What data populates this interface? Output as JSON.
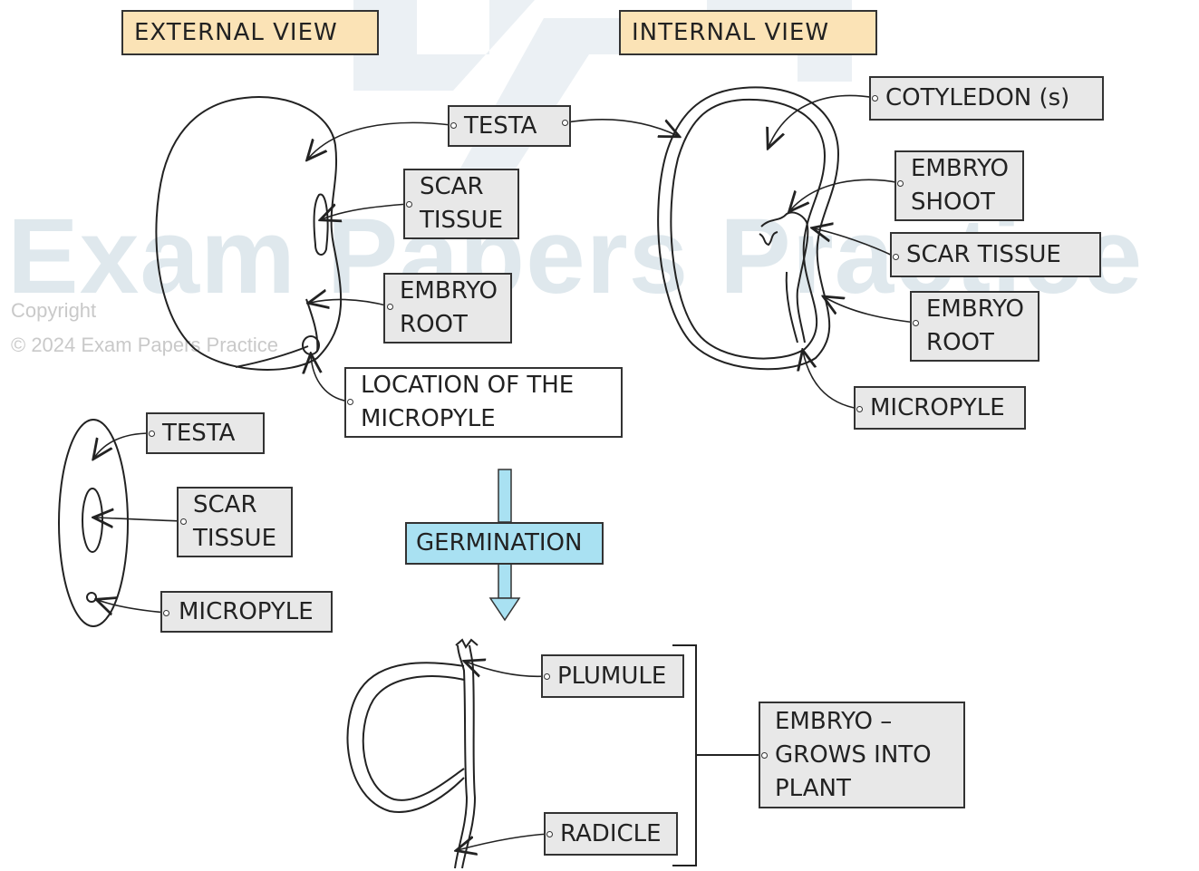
{
  "headers": {
    "external": "EXTERNAL  VIEW",
    "internal": "INTERNAL  VIEW"
  },
  "external_labels": {
    "testa": "TESTA",
    "scar_tissue": [
      "SCAR",
      "TISSUE"
    ],
    "embryo_root": [
      "EMBRYO",
      "ROOT"
    ],
    "micropyle_location": [
      "LOCATION  OF  THE",
      "MICROPYLE"
    ]
  },
  "side_labels": {
    "testa": "TESTA",
    "scar_tissue": [
      "SCAR",
      "TISSUE"
    ],
    "micropyle": "MICROPYLE"
  },
  "internal_labels": {
    "cotyledon": "COTYLEDON  (s)",
    "embryo_shoot": [
      "EMBRYO",
      "SHOOT"
    ],
    "scar_tissue": "SCAR  TISSUE",
    "embryo_root": [
      "EMBRYO",
      "ROOT"
    ],
    "micropyle": "MICROPYLE"
  },
  "process": {
    "germination": "GERMINATION"
  },
  "germinated_labels": {
    "plumule": "PLUMULE",
    "radicle": "RADICLE",
    "embryo": [
      "EMBRYO  –",
      "GROWS  INTO",
      "PLANT"
    ]
  },
  "watermark": {
    "brand": "Exam Papers Practice",
    "copyright_line1": "Copyright",
    "copyright_line2": "© 2024 Exam Papers Practice"
  },
  "colors": {
    "header_fill": "#fbe3b6",
    "label_fill": "#e8e8e8",
    "germination_fill": "#a9e1f2",
    "watermark": "#cfdde4"
  }
}
